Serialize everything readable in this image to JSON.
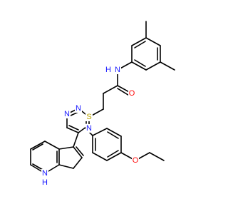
{
  "colors": {
    "bond": "#000000",
    "N": "#1a1aff",
    "O": "#ff0d0d",
    "S": "#b8a300",
    "background": "#ffffff"
  },
  "atoms": [
    {
      "id": "n_amide",
      "symbol": "N",
      "text": "N",
      "element": "N"
    },
    {
      "id": "h_amide",
      "symbol": "H",
      "text": "H",
      "element": "N"
    },
    {
      "id": "o_carbonyl",
      "symbol": "O",
      "text": "O",
      "element": "O"
    },
    {
      "id": "s_thio",
      "symbol": "S",
      "text": "S",
      "element": "S"
    },
    {
      "id": "n_tz1",
      "symbol": "N",
      "text": "N",
      "element": "N"
    },
    {
      "id": "n_tz2",
      "symbol": "N",
      "text": "N",
      "element": "N"
    },
    {
      "id": "n_tz4",
      "symbol": "N",
      "text": "N",
      "element": "N"
    },
    {
      "id": "o_ether",
      "symbol": "O",
      "text": "O",
      "element": "O"
    },
    {
      "id": "n_indole",
      "symbol": "N",
      "text": "N",
      "element": "N"
    },
    {
      "id": "h_indole",
      "symbol": "H",
      "text": "H",
      "element": "N"
    }
  ]
}
